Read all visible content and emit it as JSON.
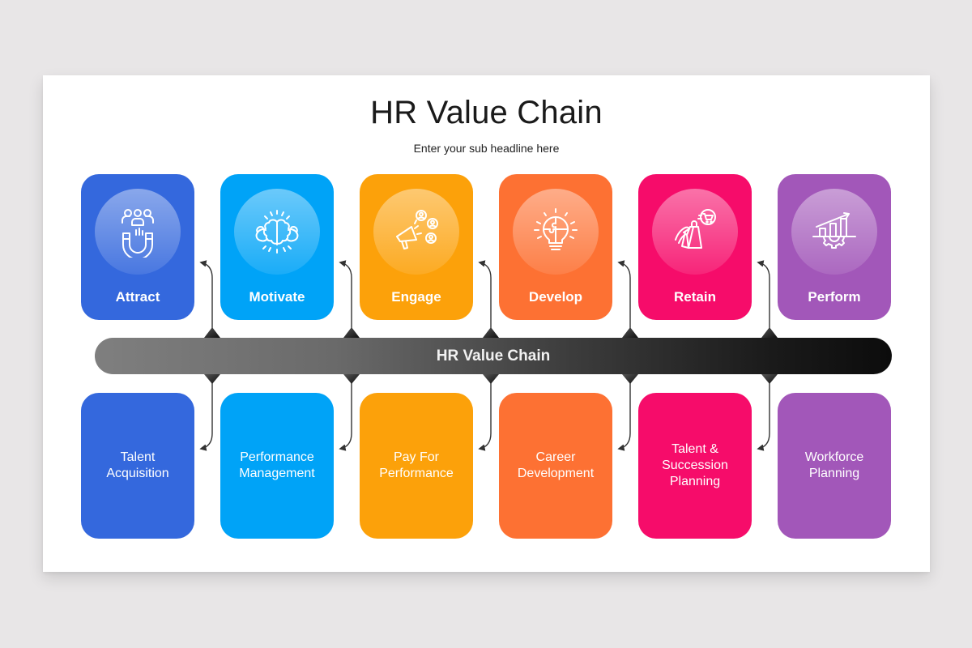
{
  "slide": {
    "title": "HR Value Chain",
    "subtitle": "Enter your sub headline here",
    "background": "#e8e6e7"
  },
  "bar": {
    "label": "HR Value Chain",
    "gradient_start": "#7f7f7f",
    "gradient_end": "#0c0c0c"
  },
  "stages": [
    {
      "label": "Attract",
      "icon": "magnet-people-icon",
      "color": "#3468dd",
      "detail": "Talent\nAcquisition"
    },
    {
      "label": "Motivate",
      "icon": "strong-brain-icon",
      "color": "#00a3f7",
      "detail": "Performance\nManagement"
    },
    {
      "label": "Engage",
      "icon": "megaphone-people-icon",
      "color": "#fca10a",
      "detail": "Pay For\nPerformance"
    },
    {
      "label": "Develop",
      "icon": "puzzle-lightbulb-icon",
      "color": "#fd7133",
      "detail": "Career\nDevelopment"
    },
    {
      "label": "Retain",
      "icon": "shopping-bags-icon",
      "color": "#f60c6a",
      "detail": "Talent &\nSuccession\nPlanning"
    },
    {
      "label": "Perform",
      "icon": "growth-chart-gear-icon",
      "color": "#a257b9",
      "detail": "Workforce\nPlanning"
    }
  ]
}
